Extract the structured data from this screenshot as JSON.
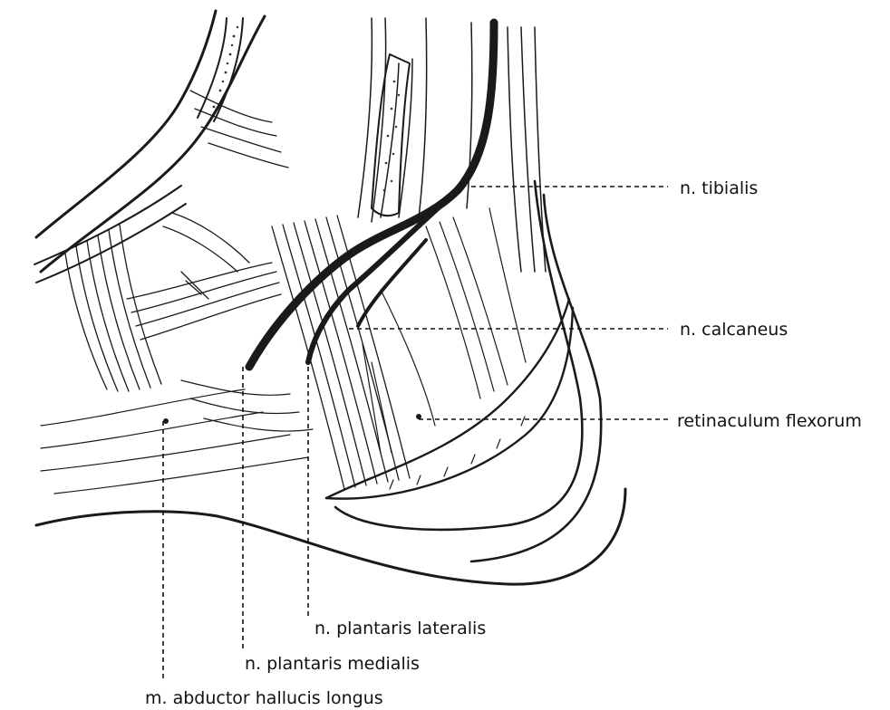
{
  "labels": {
    "tibialis": "n. tibialis",
    "calcaneus": "n. calcaneus",
    "retinaculum": "retinaculum flexorum",
    "plantaris_lateralis": "n. plantaris lateralis",
    "plantaris_medialis": "n. plantaris medialis",
    "abductor": "m. abductor hallucis longus"
  },
  "colors": {
    "ink": "#1a1a1a",
    "background": "#ffffff"
  }
}
